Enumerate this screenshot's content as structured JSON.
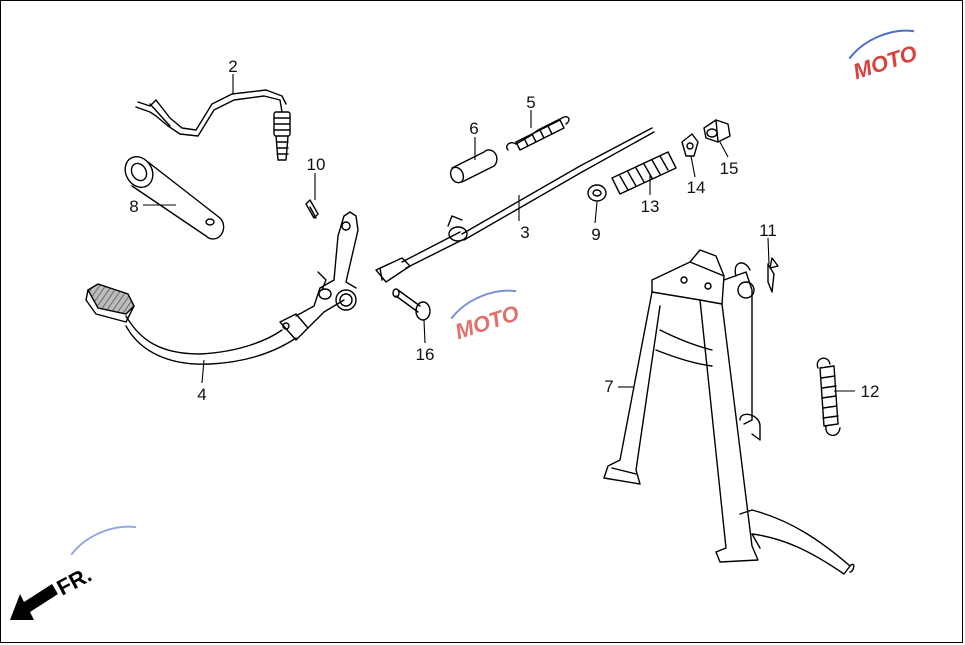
{
  "labels": [
    {
      "id": "2",
      "text": "2"
    },
    {
      "id": "3",
      "text": "3"
    },
    {
      "id": "4",
      "text": "4"
    },
    {
      "id": "5",
      "text": "5"
    },
    {
      "id": "6",
      "text": "6"
    },
    {
      "id": "7",
      "text": "7"
    },
    {
      "id": "8",
      "text": "8"
    },
    {
      "id": "9",
      "text": "9"
    },
    {
      "id": "10",
      "text": "10"
    },
    {
      "id": "11",
      "text": "11"
    },
    {
      "id": "12",
      "text": "12"
    },
    {
      "id": "13",
      "text": "13"
    },
    {
      "id": "14",
      "text": "14"
    },
    {
      "id": "15",
      "text": "15"
    },
    {
      "id": "16",
      "text": "16"
    }
  ],
  "front_indicator": {
    "text": "FR."
  },
  "watermark": {
    "text": "MOTO",
    "color_red": "#d9423a",
    "color_blue": "#4a6fc4"
  },
  "colors": {
    "line": "#000000",
    "background": "#ffffff",
    "pedal_grip": "#9a9a9a"
  }
}
